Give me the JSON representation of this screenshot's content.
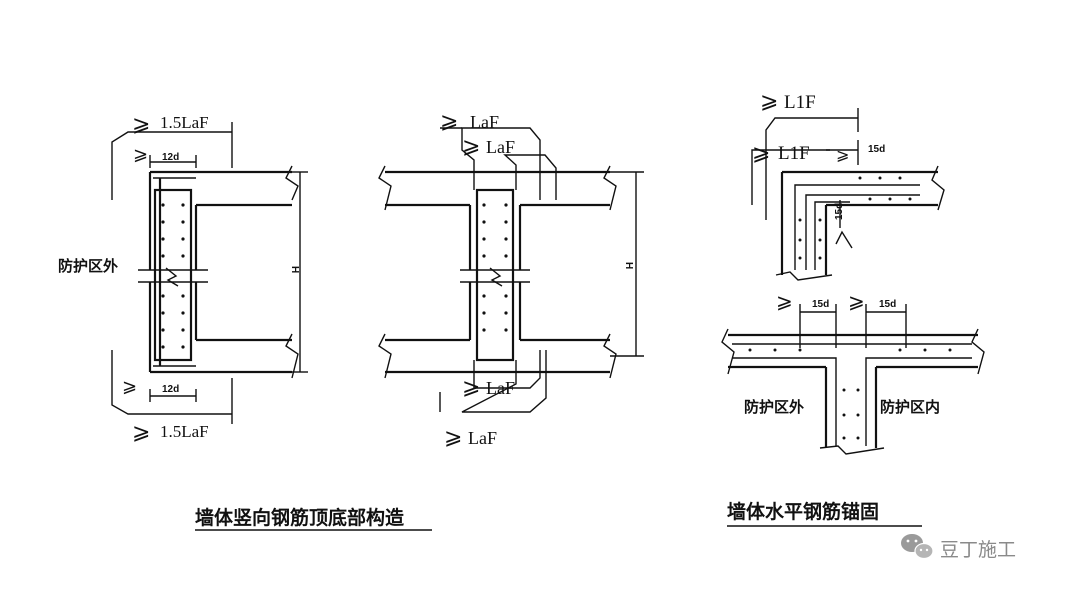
{
  "captions": {
    "left": "墙体竖向钢筋顶底部构造",
    "right": "墙体水平钢筋锚固"
  },
  "watermark": "豆丁施工",
  "fig1": {
    "top_anchor": "1.5LaF",
    "bottom_anchor": "1.5LaF",
    "top_bend": "12d",
    "bottom_bend": "12d",
    "side_label": "防护区外",
    "height": "H"
  },
  "fig2": {
    "top_anchor_outer": "LaF",
    "top_anchor_inner": "LaF",
    "bottom_anchor_inner": "LaF",
    "bottom_anchor_outer": "LaF",
    "height": "H"
  },
  "fig3": {
    "outer_anchor": "L1F",
    "inner_anchor": "L1F",
    "bend_h": "15d",
    "bend_v": "15d"
  },
  "fig4": {
    "left_bend": "15d",
    "right_bend": "15d",
    "left_label": "防护区外",
    "right_label": "防护区内"
  }
}
